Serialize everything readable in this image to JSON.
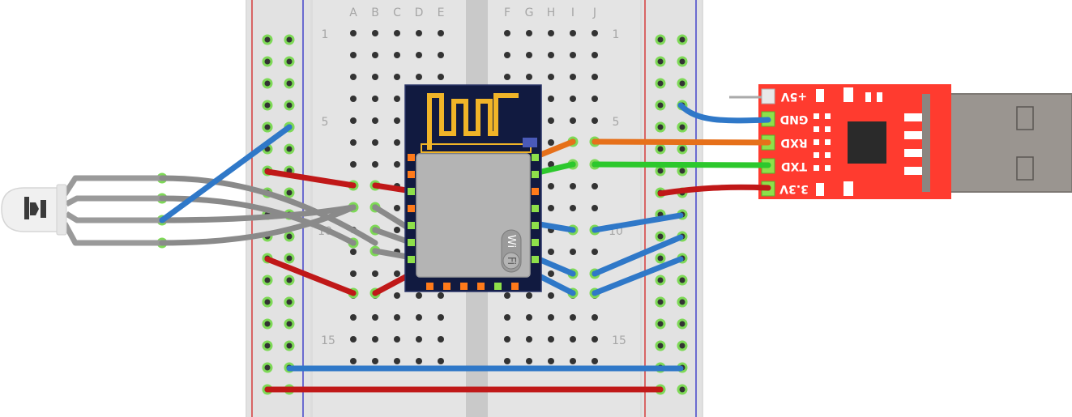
{
  "breadboard": {
    "column_letters_left": [
      "A",
      "B",
      "C",
      "D",
      "E"
    ],
    "column_letters_right": [
      "F",
      "G",
      "H",
      "I",
      "J"
    ],
    "row_labels": [
      {
        "row": 1,
        "label": "1"
      },
      {
        "row": 5,
        "label": "5"
      },
      {
        "row": 10,
        "label": "10"
      },
      {
        "row": 15,
        "label": "15"
      }
    ],
    "colors": {
      "board": "#dcdcdc",
      "board_inner": "#e3e3e3",
      "center_channel": "#c8c8c8",
      "rail_red_line": "#d43030",
      "rail_blue_line": "#3a3ac8",
      "hole": "#333333",
      "hole_connected": "#7ed957",
      "label": "#a6a6a6"
    }
  },
  "esp_module": {
    "icon": "esp8266-wifi-module",
    "badge_top": "Wi",
    "badge_bottom": "Fi",
    "colors": {
      "pcb": "#111a40",
      "antenna": "#f0b428",
      "shield": "#b4b4b4",
      "pad_orange": "#ff7a1a",
      "pad_green": "#8ee04a"
    }
  },
  "usb_serial_adapter": {
    "icon": "usb-ttl-serial-adapter",
    "pin_labels": [
      "+5V",
      "GND",
      "RXD",
      "TXD",
      "3.3V"
    ],
    "colors": {
      "pcb": "#ff3b2f",
      "chip": "#2a2a2a",
      "connector": "#9a9590",
      "pin_text": "#ffffff"
    }
  },
  "rgb_led": {
    "icon": "rgb-led-4-leg",
    "colors": {
      "body": "#eeeeee",
      "leg": "#9a9a9a"
    }
  },
  "wire_colors": {
    "red": "#c01818",
    "blue": "#2f78c8",
    "gray": "#8a8a8a",
    "orange": "#e6701a",
    "green": "#2cc82c"
  }
}
